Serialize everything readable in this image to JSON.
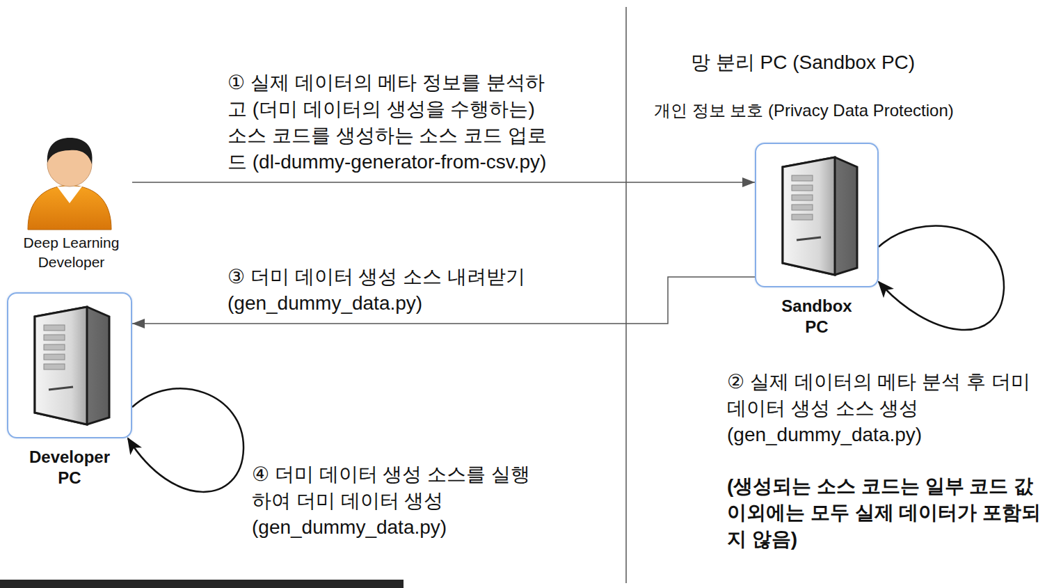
{
  "diagram": {
    "nodes": [
      {
        "text": [
          "Deep Learning Developer"
        ]
      },
      {
        "text": [
          "Sandbox PC"
        ]
      },
      {
        "text": [
          "Developer PC"
        ]
      }
    ],
    "edges": [
      {
        "from": 0,
        "to": 1,
        "arrow": "to",
        "label": "① 실제 데이터의 메타 정보를 분석하고 (더미 데이터의 생성을 수행하는) 소스 코드를 생성하는 소스 코드 업로드 (dl-dummy-generator-from-csv.py)"
      },
      {
        "from": 1,
        "to": 2,
        "arrow": "to",
        "label": "③ 더미 데이터 생성 소스 내려받기 (gen_dummy_data.py)"
      },
      {
        "from": 1,
        "to": 1,
        "arrow": "to",
        "label": "② 실제 데이터의 메타 분석 후 더미 데이터 생성 소스 생성 (gen_dummy_data.py)"
      },
      {
        "from": 2,
        "to": 2,
        "arrow": "to",
        "label": "④ 더미 데이터 생성 소스를 실행하여 더미 데이터 생성 (gen_dummy_data.py)"
      }
    ],
    "labels": [
      "망 분리 PC (Sandbox PC)",
      "개인 정보 보호 (Privacy Data Protection)",
      "(생성되는 소스 코드는 일부 코드 값 이외에는 모두 실제 데이터가 포함되지 않음)"
    ]
  }
}
